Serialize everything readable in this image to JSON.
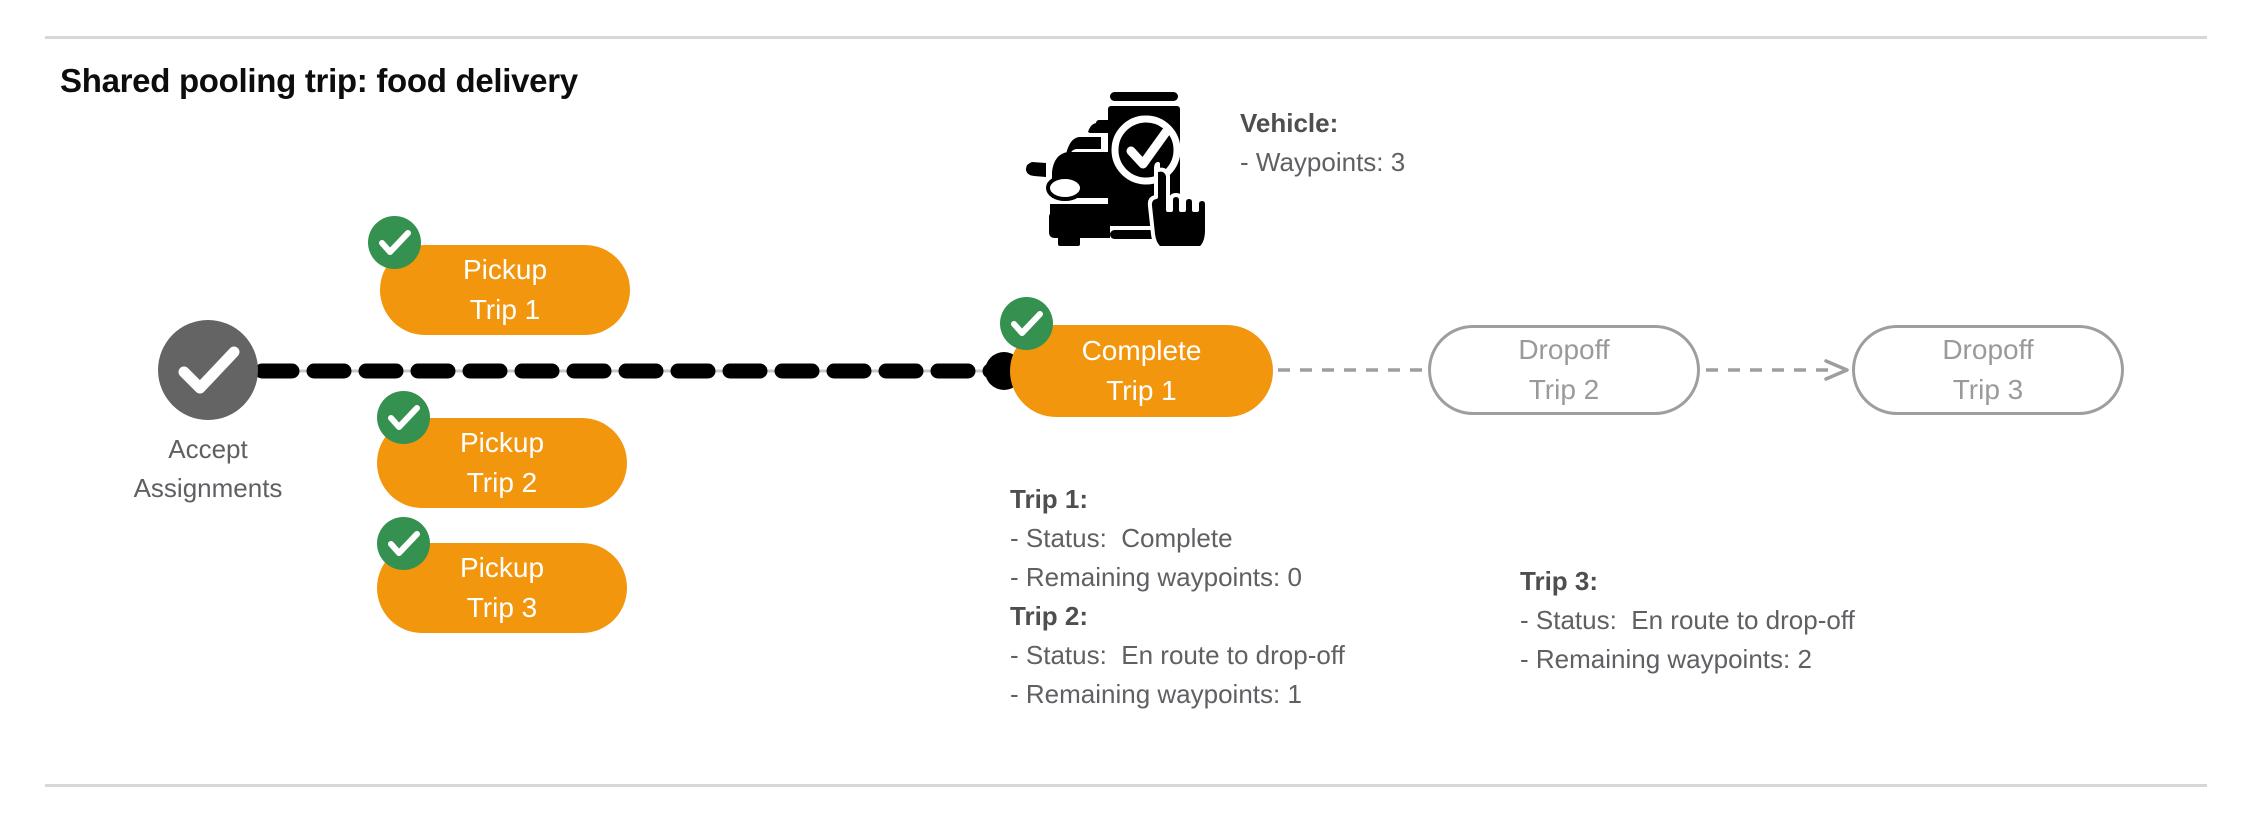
{
  "page": {
    "title": "Shared pooling trip: food delivery",
    "background": "#ffffff"
  },
  "colors": {
    "orange": "#f2960e",
    "green": "#349150",
    "gray_node": "#646464",
    "outline_gray": "#9e9e9e",
    "text_gray": "#5f6063",
    "rule": "#d6d7d8",
    "black": "#000000"
  },
  "flow": {
    "accept": {
      "label_line1": "Accept",
      "label_line2": "Assignments",
      "icon": "check-circle-icon",
      "state": "done"
    },
    "pickups": [
      {
        "line1": "Pickup",
        "line2": "Trip 1",
        "state": "done",
        "badge": "check-badge-icon"
      },
      {
        "line1": "Pickup",
        "line2": "Trip 2",
        "state": "done",
        "badge": "check-badge-icon"
      },
      {
        "line1": "Pickup",
        "line2": "Trip 3",
        "state": "done",
        "badge": "check-badge-icon"
      }
    ],
    "complete": {
      "line1": "Complete",
      "line2": "Trip 1",
      "state": "done",
      "badge": "check-badge-icon"
    },
    "dropoffs": [
      {
        "line1": "Dropoff",
        "line2": "Trip 2",
        "state": "pending"
      },
      {
        "line1": "Dropoff",
        "line2": "Trip 3",
        "state": "pending"
      }
    ]
  },
  "vehicle_icon": "phone-check-car-icon",
  "notes": {
    "vehicle": {
      "header": "Vehicle:",
      "rows": [
        "- Waypoints: 3"
      ]
    },
    "trip12": {
      "trip1_header": "Trip 1:",
      "trip1_rows": [
        "- Status:  Complete",
        "- Remaining waypoints: 0"
      ],
      "trip2_header": "Trip 2:",
      "trip2_rows": [
        "- Status:  En route to drop-off",
        "- Remaining waypoints: 1"
      ]
    },
    "trip3": {
      "header": "Trip 3:",
      "rows": [
        "- Status:  En route to drop-off",
        "- Remaining waypoints: 2"
      ]
    }
  }
}
